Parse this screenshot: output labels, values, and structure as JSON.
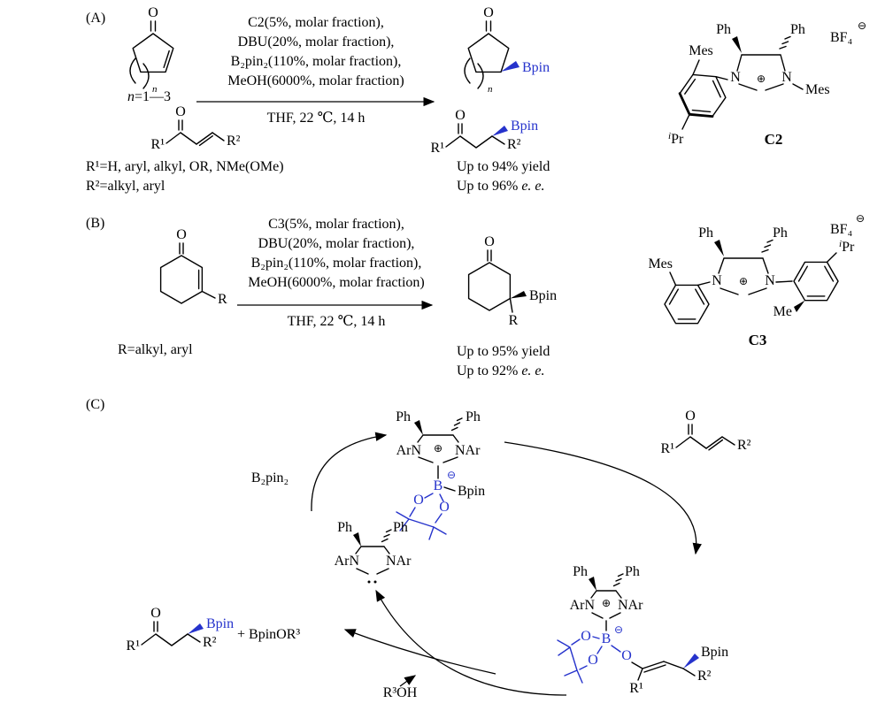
{
  "colors": {
    "background": "#ffffff",
    "ink": "#000000",
    "accent_blue": "#2633cc"
  },
  "panel_a": {
    "label": "(A)",
    "enone_ring": {
      "o": "O",
      "n": "n",
      "n_def_n": "n",
      "n_def_rest": "=1—3"
    },
    "conditions": [
      "C2(5%, molar fraction),",
      "DBU(20%, molar fraction),",
      "B₂pin₂(110%, molar fraction),",
      "MeOH(6000%, molar fraction)"
    ],
    "solvent_line": "THF, 22 ℃, 14 h",
    "product_ring": {
      "o": "O",
      "n": "n",
      "bpin": "Bpin"
    },
    "enone_chain": {
      "o": "O",
      "r1": "R¹",
      "r2": "R²"
    },
    "product_chain": {
      "o": "O",
      "bpin": "Bpin",
      "r1": "R¹",
      "r2": "R²"
    },
    "r1_definition": "R¹=H, aryl, alkyl, OR, NMe(OMe)",
    "r2_definition": "R²=alkyl, aryl",
    "yield_line": "Up to 94% yield",
    "ee_prefix": "Up to 96% ",
    "ee_italic": "e. e.",
    "catalyst_c2": {
      "ph_left": "Ph",
      "ph_right": "Ph",
      "n_left": "N",
      "n_right": "N",
      "plus": "⊕",
      "bf4": "BF₄",
      "minus": "⊖",
      "mes_ortho": "Mes",
      "mes_n": "Mes",
      "ipr_sup": "i",
      "ipr_base": "Pr",
      "name": "C2"
    }
  },
  "panel_b": {
    "label": "(B)",
    "substrate": {
      "o": "O",
      "r": "R",
      "r_definition": "R=alkyl, aryl"
    },
    "conditions": [
      "C3(5%, molar fraction),",
      "DBU(20%, molar fraction),",
      "B₂pin₂(110%, molar fraction),",
      "MeOH(6000%, molar fraction)"
    ],
    "solvent_line": "THF, 22 ℃, 14 h",
    "product": {
      "o": "O",
      "bpin": "Bpin",
      "r": "R"
    },
    "yield_line": "Up to 95% yield",
    "ee_prefix": "Up to 92% ",
    "ee_italic": "e. e.",
    "catalyst_c3": {
      "ph_left": "Ph",
      "ph_right": "Ph",
      "n_left": "N",
      "n_right": "N",
      "plus": "⊕",
      "bf4": "BF₄",
      "minus": "⊖",
      "mes": "Mes",
      "ipr_sup": "i",
      "ipr_base": "Pr",
      "me": "Me",
      "name": "C3"
    }
  },
  "panel_c": {
    "label": "(C)",
    "b2pin2": "B₂pin₂",
    "r3oh": "R³OH",
    "byproduct": "+ BpinOR³",
    "nhc_boryl_adduct": {
      "ph_left": "Ph",
      "ph_right": "Ph",
      "arn": "ArN",
      "nar": "NAr",
      "plus": "⊕",
      "minus": "⊖",
      "b": "B",
      "o_left": "O",
      "o_right": "O",
      "bpin": "Bpin"
    },
    "enone": {
      "o": "O",
      "r1": "R¹",
      "r2": "R²"
    },
    "carbene": {
      "ph_left": "Ph",
      "ph_right": "Ph",
      "arn": "ArN",
      "nar": "NAr"
    },
    "product": {
      "o": "O",
      "bpin": "Bpin",
      "r1": "R¹",
      "r2": "R²"
    },
    "boron_enolate": {
      "ph_left": "Ph",
      "ph_right": "Ph",
      "arn": "ArN",
      "nar": "NAr",
      "plus": "⊕",
      "minus": "⊖",
      "b": "B",
      "o_top": "O",
      "o_bottom": "O",
      "o_enolate": "O",
      "bpin": "Bpin",
      "r1": "R¹",
      "r2": "R²"
    }
  }
}
